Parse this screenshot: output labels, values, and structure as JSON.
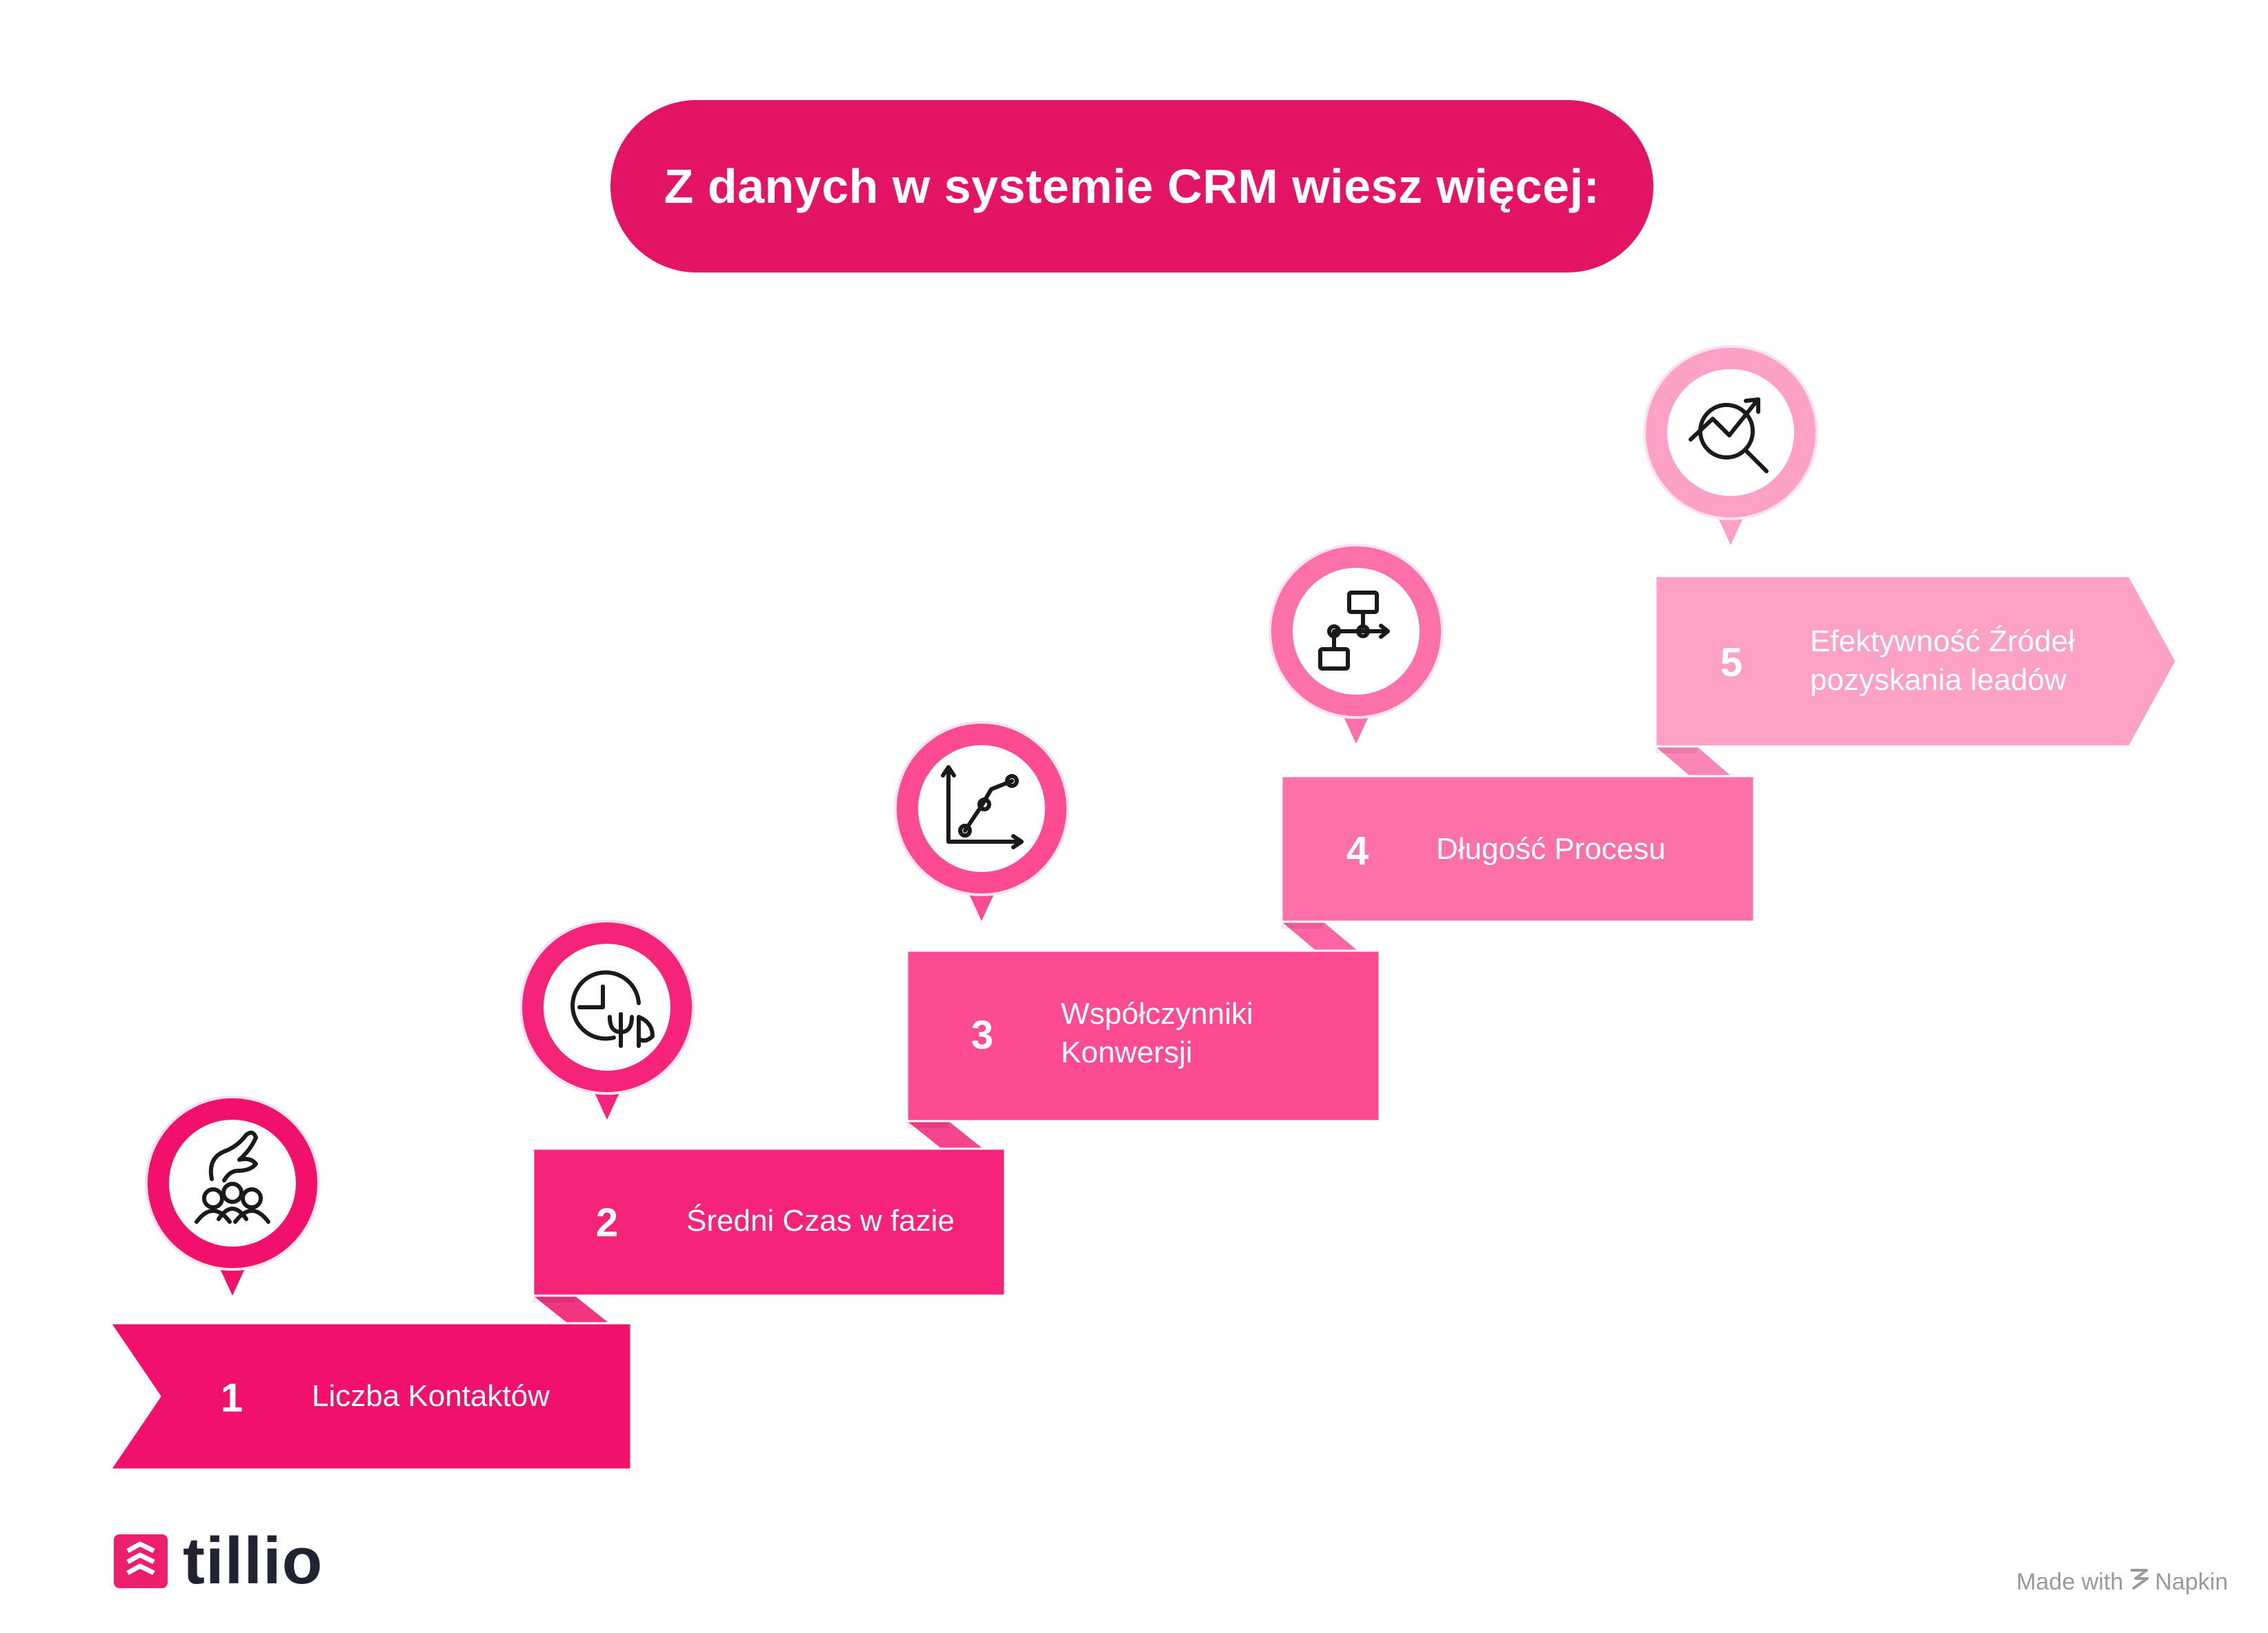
{
  "title": "Z danych w systemie CRM wiesz więcej:",
  "colors": {
    "title_bg": "#e31366",
    "step_colors": [
      "#f1116d",
      "#f5237a",
      "#fc4a93",
      "#fd71ab",
      "#fea1c6"
    ],
    "pin_ring_colors": [
      "#f1116d",
      "#f5237a",
      "#fc4a93",
      "#fd71ab",
      "#fea1c6"
    ],
    "logo": "#ec1e6d"
  },
  "steps": [
    {
      "number": "1",
      "label": "Liczba Kontaktów",
      "icon": "people-hand-icon"
    },
    {
      "number": "2",
      "label": "Średni Czas w fazie",
      "icon": "clock-plant-icon"
    },
    {
      "number": "3",
      "label": "Współczynniki\nKonwersji",
      "icon": "line-chart-icon"
    },
    {
      "number": "4",
      "label": "Długość Procesu",
      "icon": "process-flow-icon"
    },
    {
      "number": "5",
      "label": "Efektywność Źródeł\npozyskania leadów",
      "icon": "trend-magnifier-icon"
    }
  ],
  "logo": {
    "text": "tillio",
    "icon": "tillio-logo-icon"
  },
  "credit": {
    "prefix": "Made with",
    "brand": "Napkin",
    "icon": "napkin-icon"
  }
}
